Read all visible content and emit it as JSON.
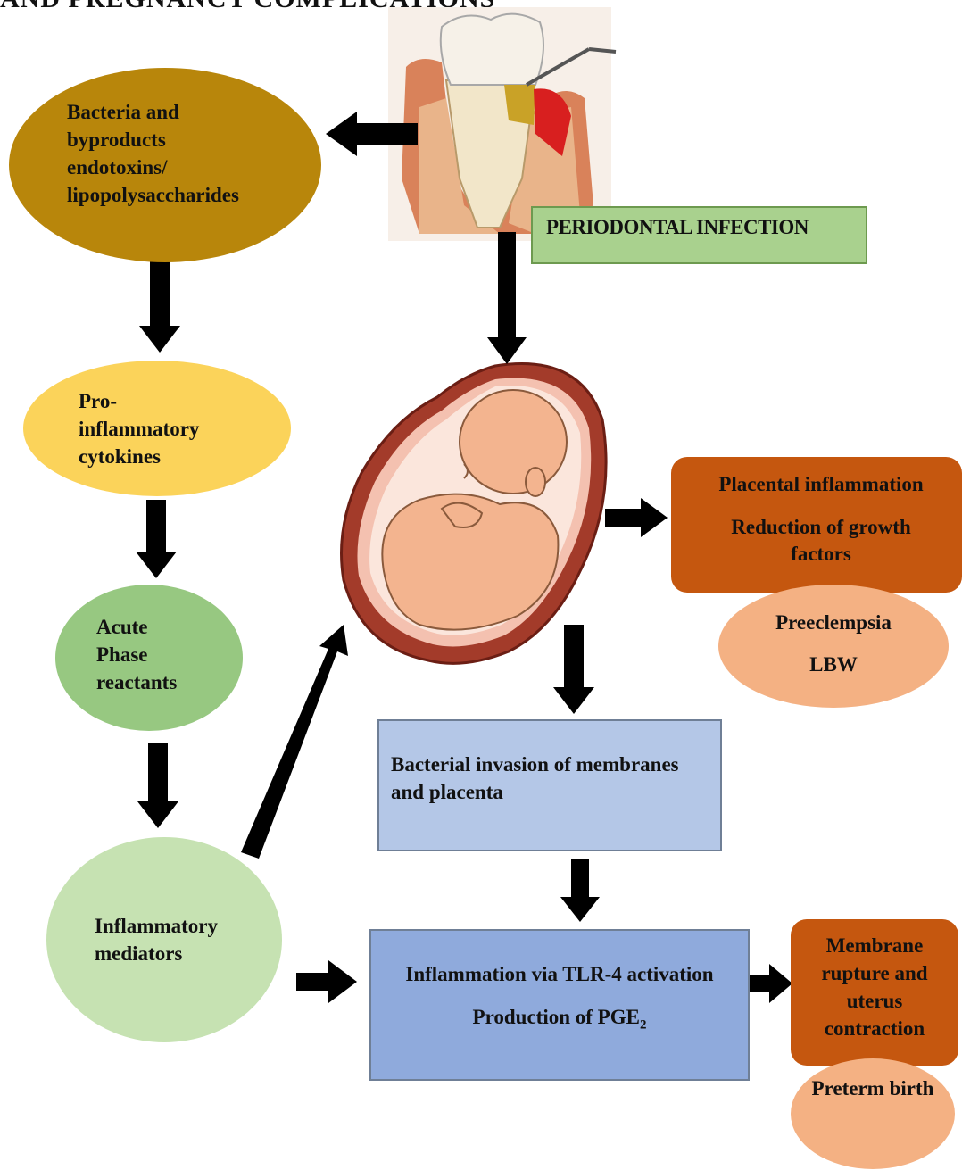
{
  "header_fragment": "AND PREGNANCY COMPLICATIONS",
  "nodes": {
    "bacteria": "Bacteria and byproducts endotoxins/ lipopolysaccharides",
    "cytokines": "Pro- inflammatory cytokines",
    "acute": "Acute Phase reactants",
    "mediators": "Inflammatory mediators",
    "periodontal": "PERIODONTAL INFECTION",
    "placental_line1": "Placental inflammation",
    "placental_line2": "Reduction of growth factors",
    "preeclampsia_line1": "Preeclempsia",
    "preeclampsia_line2": "LBW",
    "invasion": "Bacterial invasion of membranes and placenta",
    "tlr_line1": "Inflammation via TLR-4 activation",
    "tlr_line2_prefix": "Production of PGE",
    "tlr_line2_sub": "2",
    "membrane": "Membrane rupture and uterus contraction",
    "preterm": "Preterm birth"
  },
  "colors": {
    "bacteria": "#b8860b",
    "cytokines": "#fbd35a",
    "acute": "#97c881",
    "mediators": "#c6e2b2",
    "periodontal": "#a9d18e",
    "placental": "#c5570f",
    "preeclampsia": "#f4b183",
    "invasion": "#b4c7e7",
    "tlr": "#8faadc",
    "membrane": "#c5570f",
    "preterm": "#f4b183"
  }
}
